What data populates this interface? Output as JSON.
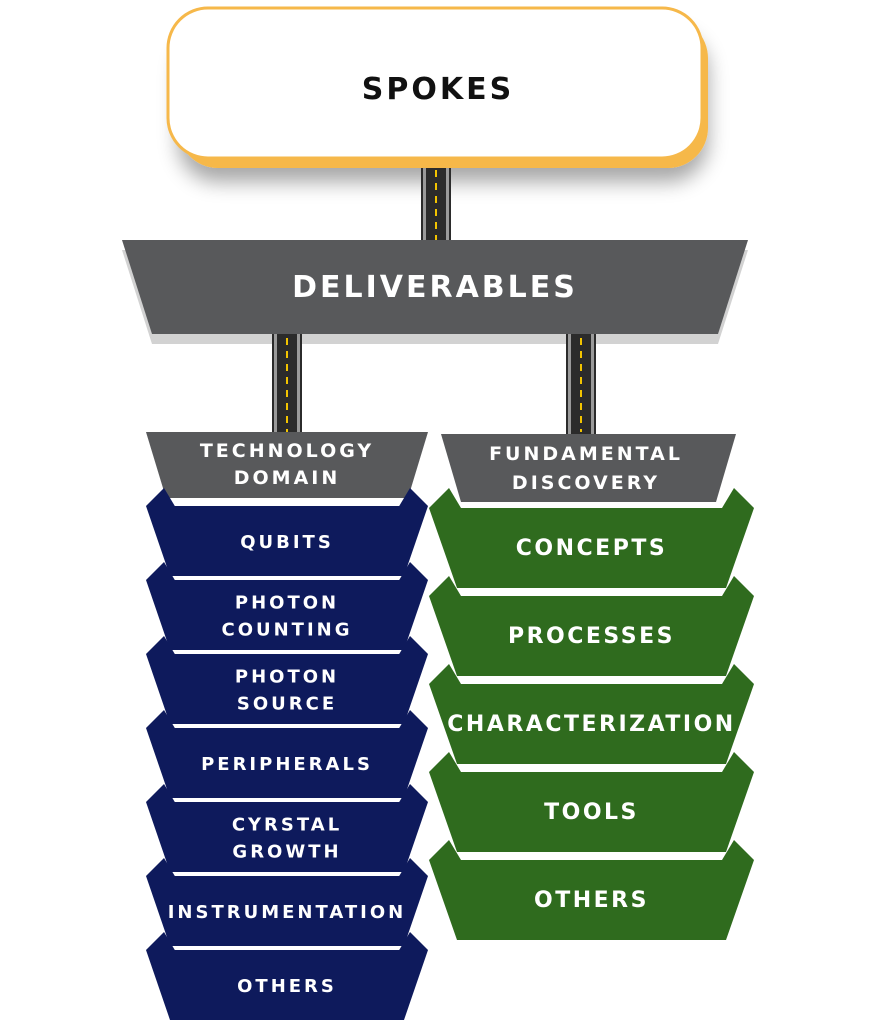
{
  "top": {
    "label": "SPOKES"
  },
  "deliverables": {
    "label": "DELIVERABLES"
  },
  "colors": {
    "top_border": "#f6b84a",
    "gray": "#58595b",
    "navy": "#0e1a5c",
    "green": "#2f6b1e",
    "road_stripe": "#f2c400"
  },
  "technology": {
    "header": [
      "TECHNOLOGY",
      "DOMAIN"
    ],
    "items": [
      {
        "lines": [
          "QUBITS"
        ]
      },
      {
        "lines": [
          "PHOTON",
          "COUNTING"
        ]
      },
      {
        "lines": [
          "PHOTON",
          "SOURCE"
        ]
      },
      {
        "lines": [
          "PERIPHERALS"
        ]
      },
      {
        "lines": [
          "CYRSTAL",
          "GROWTH"
        ]
      },
      {
        "lines": [
          "INSTRUMENTATION"
        ]
      },
      {
        "lines": [
          "OTHERS"
        ]
      }
    ]
  },
  "fundamental": {
    "header": [
      "FUNDAMENTAL",
      "DISCOVERY"
    ],
    "items": [
      {
        "lines": [
          "CONCEPTS"
        ]
      },
      {
        "lines": [
          "PROCESSES"
        ]
      },
      {
        "lines": [
          "CHARACTERIZATION"
        ]
      },
      {
        "lines": [
          "TOOLS"
        ]
      },
      {
        "lines": [
          "OTHERS"
        ]
      }
    ]
  }
}
